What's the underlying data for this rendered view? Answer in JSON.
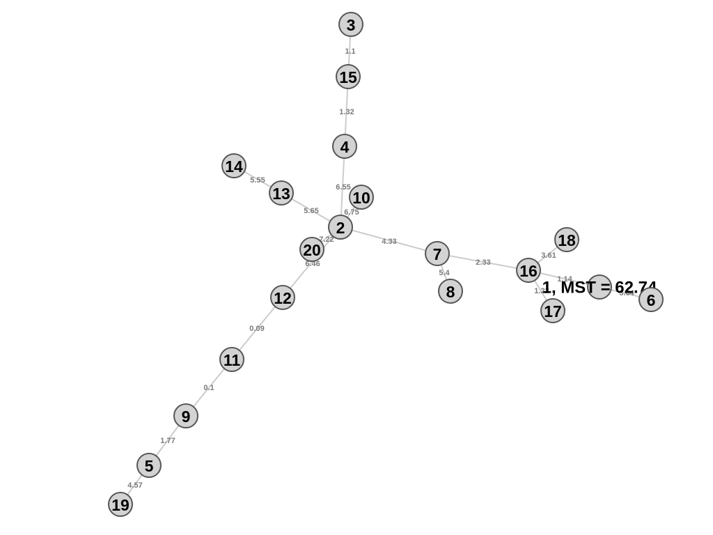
{
  "nodes": [
    {
      "id": "1",
      "label": "1, MST = 62.74"
    },
    {
      "id": "2",
      "label": "2"
    },
    {
      "id": "3",
      "label": "3"
    },
    {
      "id": "4",
      "label": "4"
    },
    {
      "id": "5",
      "label": "5"
    },
    {
      "id": "6",
      "label": "6"
    },
    {
      "id": "7",
      "label": "7"
    },
    {
      "id": "8",
      "label": "8"
    },
    {
      "id": "9",
      "label": "9"
    },
    {
      "id": "10",
      "label": "10"
    },
    {
      "id": "11",
      "label": "11"
    },
    {
      "id": "12",
      "label": "12"
    },
    {
      "id": "13",
      "label": "13"
    },
    {
      "id": "14",
      "label": "14"
    },
    {
      "id": "15",
      "label": "15"
    },
    {
      "id": "16",
      "label": "16"
    },
    {
      "id": "17",
      "label": "17"
    },
    {
      "id": "18",
      "label": "18"
    },
    {
      "id": "19",
      "label": "19"
    },
    {
      "id": "20",
      "label": "20"
    }
  ],
  "edges": [
    {
      "from": "3",
      "to": "15",
      "weight": "1.1"
    },
    {
      "from": "15",
      "to": "4",
      "weight": "1.32"
    },
    {
      "from": "4",
      "to": "2",
      "weight": "6.55"
    },
    {
      "from": "14",
      "to": "13",
      "weight": "5.55"
    },
    {
      "from": "13",
      "to": "2",
      "weight": "5.65"
    },
    {
      "from": "10",
      "to": "2",
      "weight": "6.75"
    },
    {
      "from": "2",
      "to": "20",
      "weight": "7.22"
    },
    {
      "from": "2",
      "to": "12",
      "weight": "6.46"
    },
    {
      "from": "2",
      "to": "7",
      "weight": "4.33"
    },
    {
      "from": "7",
      "to": "8",
      "weight": "5.4"
    },
    {
      "from": "7",
      "to": "16",
      "weight": "2.33"
    },
    {
      "from": "16",
      "to": "18",
      "weight": "3.61"
    },
    {
      "from": "16",
      "to": "1",
      "weight": "1.14"
    },
    {
      "from": "16",
      "to": "17",
      "weight": "1.22"
    },
    {
      "from": "1",
      "to": "6",
      "weight": "3.64"
    },
    {
      "from": "12",
      "to": "11",
      "weight": "0.09"
    },
    {
      "from": "11",
      "to": "9",
      "weight": "0.1"
    },
    {
      "from": "9",
      "to": "5",
      "weight": "1.77"
    },
    {
      "from": "5",
      "to": "19",
      "weight": "4.57"
    }
  ],
  "colors": {
    "background": "#ffffff",
    "edge": "#cccccc",
    "edge_label": "#7a7a7a",
    "node_fill": "#d3d3d3",
    "node_stroke": "#555555",
    "node_text": "#000000"
  }
}
